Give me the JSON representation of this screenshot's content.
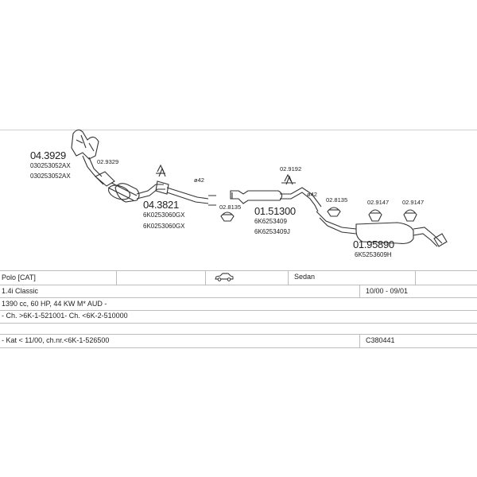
{
  "parts": {
    "p1_number": "04.3929",
    "p1_codes": [
      "030253052AX",
      "030253052AX"
    ],
    "clamp1": "02.9329",
    "p2_number": "04.3821",
    "p2_codes": [
      "6K0253060GX",
      "6K0253060GX"
    ],
    "diam1": "ø42",
    "clamp2": "02.8135",
    "p3_number": "01.51300",
    "p3_codes": [
      "6K6253409",
      "6K6253409J"
    ],
    "clamp3": "02.9192",
    "diam2": "ø42",
    "clamp4": "02.8135",
    "clamp5": "02.9147",
    "clamp6": "02.9147",
    "p4_number": "01.95890",
    "p4_codes": [
      "6K5253609H"
    ]
  },
  "vehicle": {
    "model": "Polo  [CAT]",
    "body": "Sedan",
    "engine": "1.4i Classic",
    "years": "10/00 - 09/01",
    "specs": "1390 cc, 60 HP, 44 KW M* AUD -",
    "chassis": "- Ch. >6K-1-521001- Ch. <6K-2-510000",
    "note": "- Kat < 11/00, ch.nr.<6K-1-526500",
    "code": "C380441"
  },
  "icons": {
    "car": "car-icon"
  }
}
